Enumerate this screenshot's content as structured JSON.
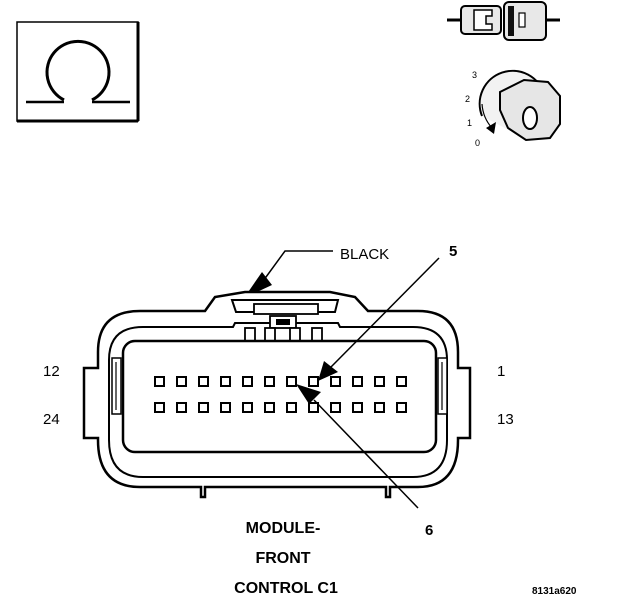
{
  "connector": {
    "color_label": "BLACK",
    "pin_count": 24,
    "pins_per_row": 12,
    "corner_labels": {
      "top_left": "12",
      "top_right": "1",
      "bottom_left": "24",
      "bottom_right": "13"
    },
    "callouts": {
      "upper": "5",
      "lower": "6"
    },
    "title_lines": [
      "MODULE-",
      "FRONT",
      "CONTROL C1"
    ]
  },
  "ignition_dial": {
    "positions": [
      "3",
      "2",
      "1",
      "0"
    ]
  },
  "figure_code": "8131a620"
}
